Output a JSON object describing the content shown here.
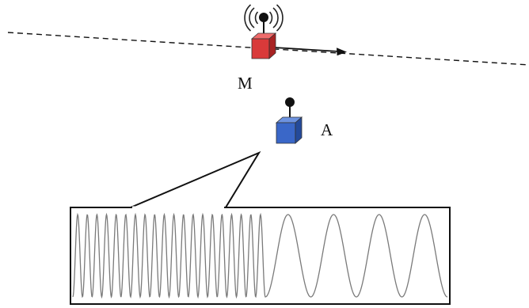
{
  "labels": {
    "mobile_node": "M",
    "anchor_node": "A"
  },
  "colors": {
    "mobile_node": "#d93a3a",
    "mobile_node_dark": "#a82222",
    "mobile_node_light": "#ef6b6b",
    "anchor_node": "#3a67c8",
    "anchor_node_dark": "#244a9a",
    "anchor_node_light": "#6d93e0",
    "line": "#111111",
    "waveform": "#7a7a7a"
  },
  "icons": {
    "broadcast": "radio-waves-icon",
    "antenna": "antenna-icon",
    "direction": "arrow-right-icon"
  },
  "waveform": {
    "high_frequency_cycles": 20,
    "low_frequency_cycles": 4
  }
}
